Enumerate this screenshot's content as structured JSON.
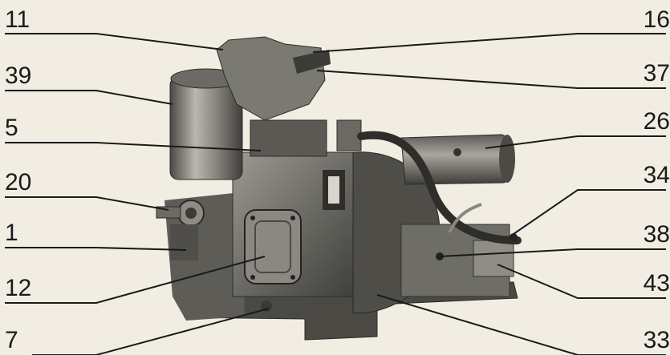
{
  "diagram": {
    "left_callouts": [
      "11",
      "39",
      "5",
      "20",
      "1",
      "12",
      "7"
    ],
    "right_callouts": [
      "16",
      "37",
      "26",
      "34",
      "38",
      "43",
      "33"
    ],
    "colors": {
      "background": "#f2ede2",
      "ink": "#1a1a1a",
      "engine_dark": "#3b3b38",
      "engine_mid": "#6d6c66",
      "engine_light": "#a9a79e"
    }
  }
}
